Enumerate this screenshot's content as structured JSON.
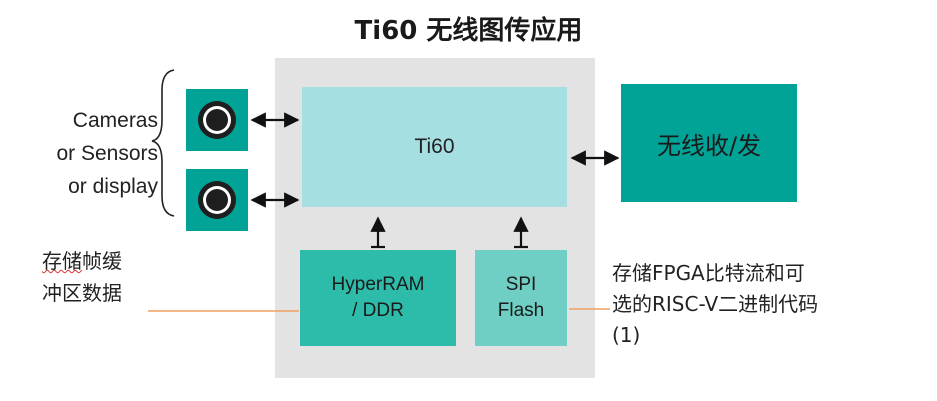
{
  "title": "Ti60 无线图传应用",
  "ti60_block": {
    "label": "Ti60"
  },
  "ram_block": {
    "line1": "HyperRAM",
    "line2": "/ DDR"
  },
  "spi_block": {
    "line1": "SPI",
    "line2": "Flash"
  },
  "wireless_block": {
    "label": "无线收/发"
  },
  "sensors_label": {
    "line1": "Cameras",
    "line2": "or Sensors",
    "line3": "or display"
  },
  "left_note": {
    "line1_marked": "存储",
    "line1_rest": "帧缓",
    "line2": "冲区数据"
  },
  "right_note": {
    "line1": "存储FPGA比特流和可",
    "line2": "选的RISC-V二进制代码",
    "line3": "(1)"
  },
  "colors": {
    "panel": "#e3e3e4",
    "ti60": "#a6dfe2",
    "ram": "#2dbca9",
    "spi": "#6fcfc4",
    "wireless": "#00a396",
    "camera": "#00a396",
    "leader_line": "#f0a060"
  },
  "icons": [
    "camera-lens-icon",
    "double-arrow-icon",
    "up-arrow-icon",
    "curly-brace-icon"
  ]
}
